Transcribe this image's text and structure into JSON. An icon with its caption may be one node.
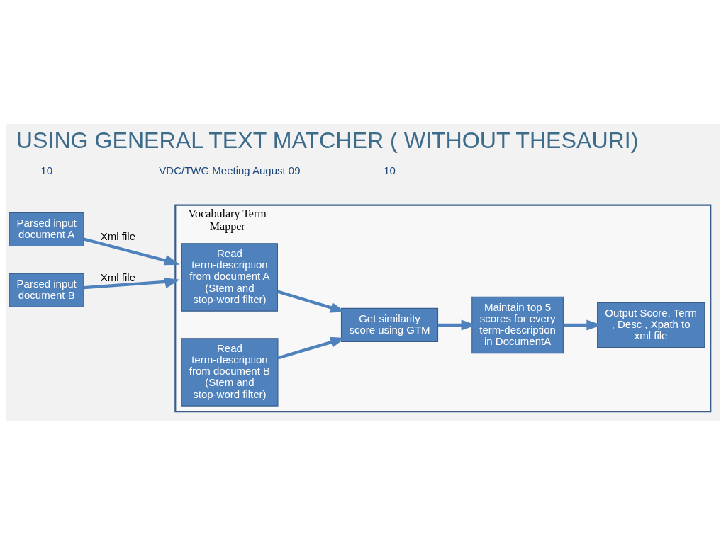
{
  "diagram": {
    "title": "USING GENERAL TEXT MATCHER ( WITHOUT THESAURI)",
    "nodes": [
      {
        "text": [
          "Vocabulary Term Mapper"
        ]
      },
      {
        "text": [
          "Parsed input document A"
        ]
      },
      {
        "text": [
          "Parsed input document B"
        ]
      },
      {
        "text": [
          "Read term-description from document A (Stem and stop-word filter)"
        ],
        "in": 0
      },
      {
        "text": [
          "Read term-description from document B (Stem and stop-word filter)"
        ],
        "in": 0
      },
      {
        "text": [
          "Get similarity score using GTM"
        ],
        "in": 0
      },
      {
        "text": [
          "Maintain top 5 scores for every term-description in DocumentA"
        ],
        "in": 0
      },
      {
        "text": [
          "Output Score, Term , Desc , Xpath to xml file"
        ],
        "in": 0
      }
    ],
    "edges": [
      {
        "from": 1,
        "to": 0,
        "arrow": "to",
        "label": "Xml file"
      },
      {
        "from": 2,
        "to": 0,
        "arrow": "to",
        "label": "Xml file"
      },
      {
        "from": 3,
        "to": 5,
        "arrow": "to"
      },
      {
        "from": 4,
        "to": 5,
        "arrow": "to"
      },
      {
        "from": 5,
        "to": 6,
        "arrow": "to"
      },
      {
        "from": 6,
        "to": 7,
        "arrow": "to"
      }
    ],
    "labels": [
      "10",
      "VDC/TWG Meeting August 09",
      "10"
    ]
  }
}
